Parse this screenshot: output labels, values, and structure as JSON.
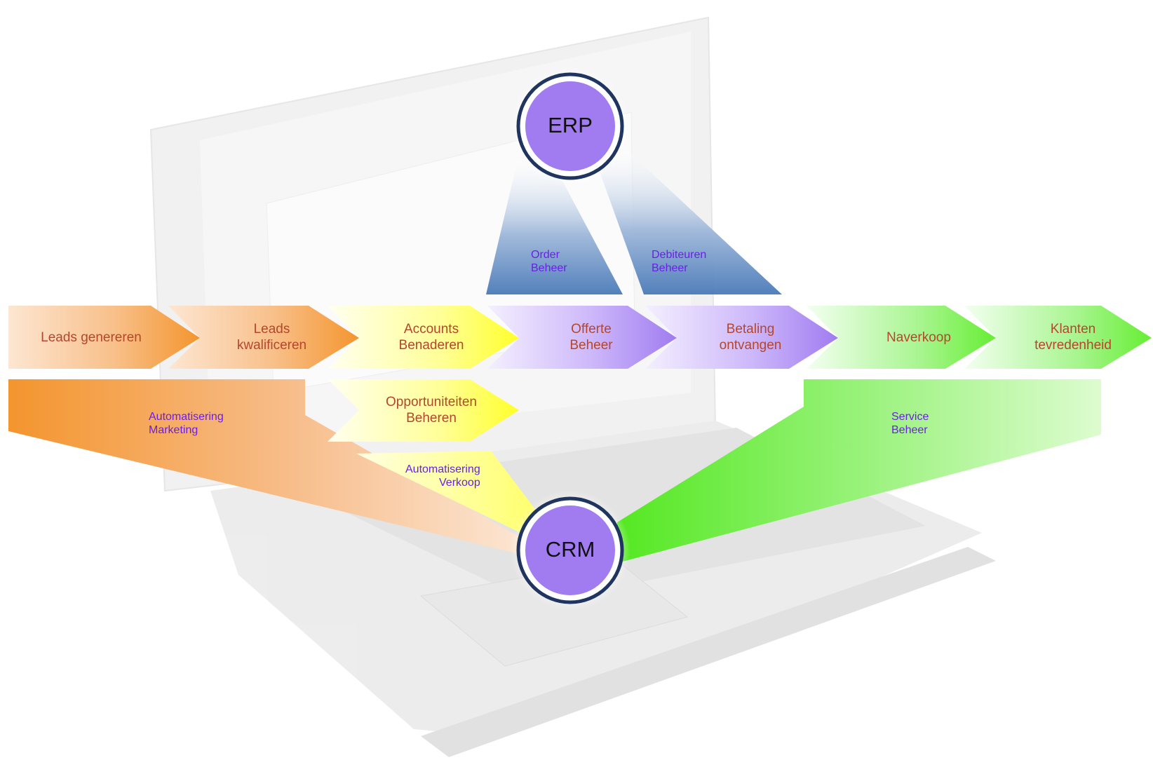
{
  "systems": {
    "erp": "ERP",
    "crm": "CRM"
  },
  "process_steps": [
    {
      "line1": "Leads genereren",
      "line2": ""
    },
    {
      "line1": "Leads",
      "line2": "kwalificeren"
    },
    {
      "line1": "Accounts",
      "line2": "Benaderen"
    },
    {
      "line1": "Offerte",
      "line2": "Beheer"
    },
    {
      "line1": "Betaling",
      "line2": "ontvangen"
    },
    {
      "line1": "Naverkoop",
      "line2": ""
    },
    {
      "line1": "Klanten",
      "line2": "tevredenheid"
    }
  ],
  "secondary_step": {
    "line1": "Opportuniteiten",
    "line2": "Beheren"
  },
  "erp_areas": [
    {
      "line1": "Order",
      "line2": "Beheer"
    },
    {
      "line1": "Debiteuren",
      "line2": "Beheer"
    }
  ],
  "crm_areas": {
    "marketing": {
      "line1": "Automatisering",
      "line2": "Marketing"
    },
    "sales": {
      "line1": "Automatisering",
      "line2": "Verkoop"
    },
    "service": {
      "line1": "Service",
      "line2": "Beheer"
    }
  },
  "colors": {
    "orange": "#f4952e",
    "yellow": "#ffff2a",
    "purple": "#a07cf0",
    "green": "#66ee33",
    "blue": "#4a7ab8",
    "circle_ring": "#1f3560",
    "label_red": "#b5462e",
    "label_violet": "#6a1ee8"
  }
}
